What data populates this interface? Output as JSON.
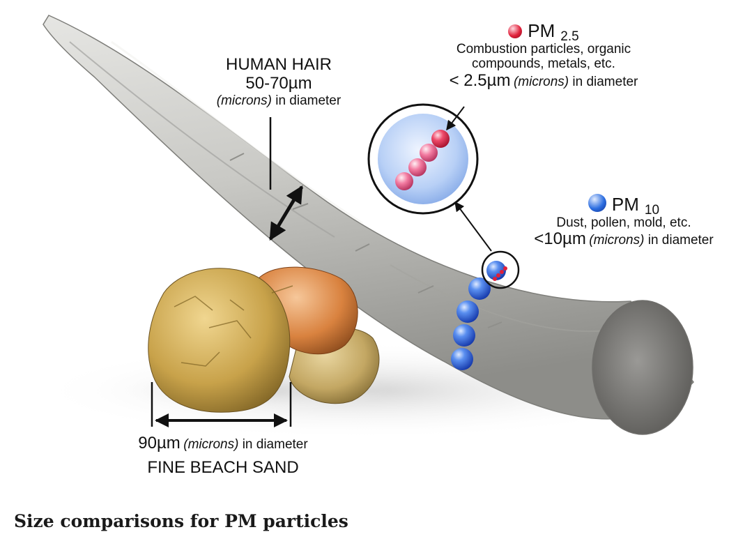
{
  "hair": {
    "title": "HUMAN HAIR",
    "size": "50-70µm",
    "units": "(microns)",
    "suffix": " in diameter"
  },
  "pm25": {
    "name": "PM",
    "sub": "2.5",
    "line1": "Combustion particles, organic",
    "line2": "compounds, metals, etc.",
    "size": "< 2.5µm",
    "units": "(microns)",
    "suffix": " in diameter",
    "color": "#e0203a"
  },
  "pm10": {
    "name": "PM",
    "sub": "10",
    "line1": "Dust, pollen, mold, etc.",
    "size": "<10µm",
    "units": "(microns)",
    "suffix": " in diameter",
    "color": "#2b6de0"
  },
  "sand": {
    "size": "90µm",
    "units": "(microns)",
    "suffix": " in diameter",
    "title": "FINE BEACH SAND"
  },
  "caption": "Size comparisons for PM particles"
}
